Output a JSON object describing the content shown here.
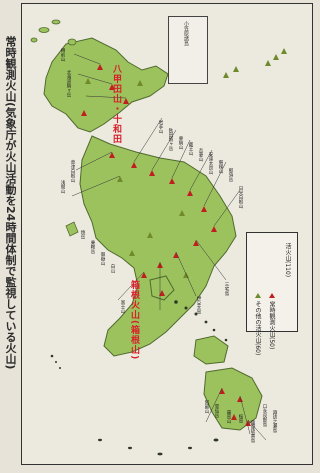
{
  "title": "常時観測火山(気象庁が火山活動を24時間体制で監視している火山)",
  "legend": {
    "total": "活火山(110)",
    "observed": "常時観測火山(50)",
    "other": "その他の活火山(60)"
  },
  "highlights": {
    "hakkoda": "八甲田山・十和田",
    "hakone": "箱根火山(箱根山)"
  },
  "labels": [
    "樽前山",
    "北海道駒ヶ岳",
    "岩手山",
    "秋田駒ヶ岳",
    "栗駒山",
    "蔵王山",
    "吾妻山",
    "安達太良山",
    "磐梯山",
    "那須岳",
    "日光白根山",
    "草津白根山",
    "浅間山",
    "焼岳",
    "乗鞍岳",
    "御嶽山",
    "白山",
    "富士山",
    "伊豆大島",
    "三宅島",
    "阿蘇山",
    "雲仙岳",
    "霧島山",
    "桜島",
    "薩摩硫黄島",
    "口永良部島",
    "諏訪之瀬島"
  ],
  "colors": {
    "land": "#9cc25e",
    "landEdge": "#4f6a2c",
    "volcanoObserved": "#c01f1f",
    "volcanoOther": "#7d9a2e",
    "highlight": "#d8202a"
  }
}
